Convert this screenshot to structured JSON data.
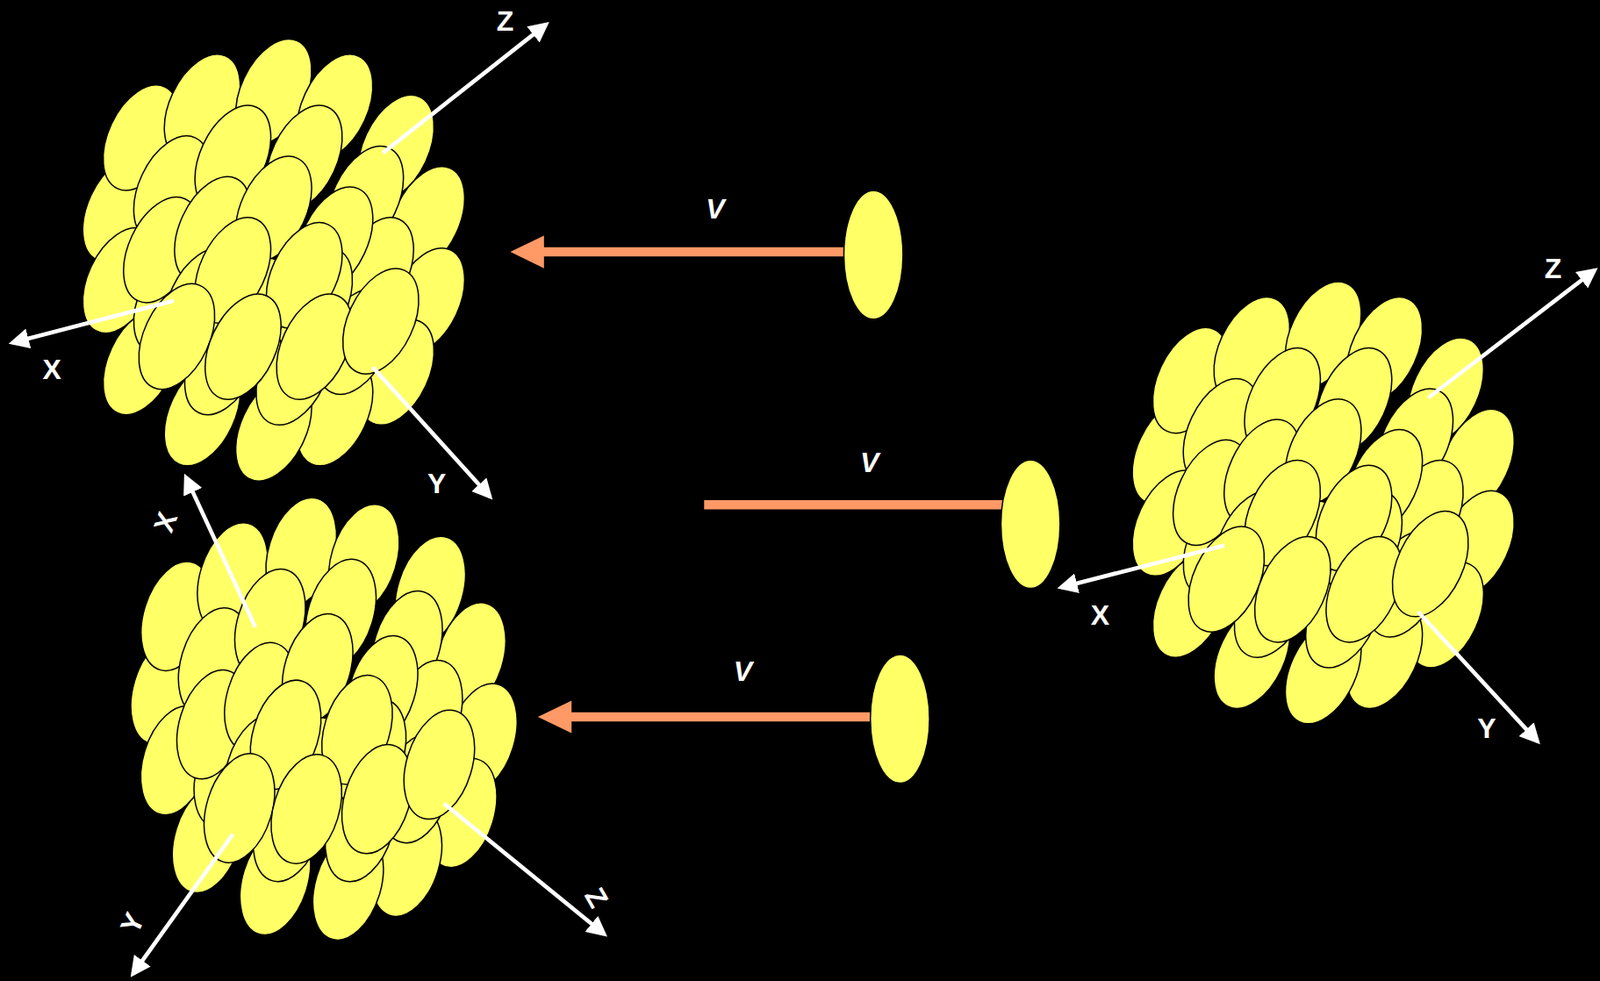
{
  "diagram": {
    "labels": [
      "Z",
      "X",
      "Y",
      "V",
      "V",
      "V",
      "Z",
      "X",
      "Y",
      "X",
      "Y",
      "Z"
    ]
  }
}
